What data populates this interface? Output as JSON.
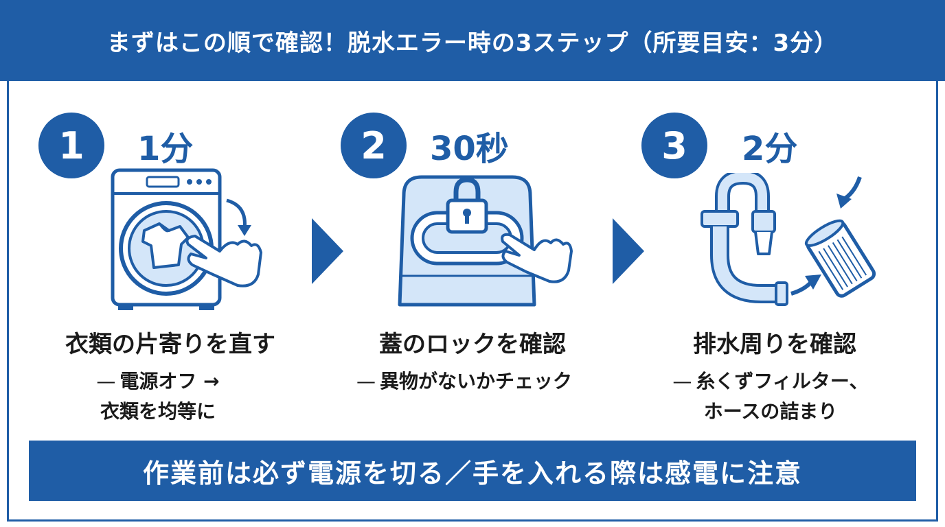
{
  "header": {
    "title": "まずはこの順で確認！脱水エラー時の3ステップ（所要目安：3分）"
  },
  "steps": [
    {
      "number": "1",
      "time": "1分",
      "title": "衣類の片寄りを直す",
      "desc_line1": "電源オフ →",
      "desc_line2": "衣類を均等に",
      "icon": "washing-machine-hand-icon"
    },
    {
      "number": "2",
      "time": "30秒",
      "title": "蓋のロックを確認",
      "desc_line1": "異物がないかチェック",
      "desc_line2": "",
      "icon": "lid-lock-icon"
    },
    {
      "number": "3",
      "time": "2分",
      "title": "排水周りを確認",
      "desc_line1": "糸くずフィルター、",
      "desc_line2": "ホースの詰まり",
      "icon": "drain-hose-filter-icon"
    }
  ],
  "desc_dash": "—",
  "warning": {
    "text": "作業前は必ず電源を切る／手を入れる際は感電に注意"
  },
  "colors": {
    "primary": "#1f5da6",
    "light": "#d4e6f9",
    "text": "#1a1a1a"
  }
}
